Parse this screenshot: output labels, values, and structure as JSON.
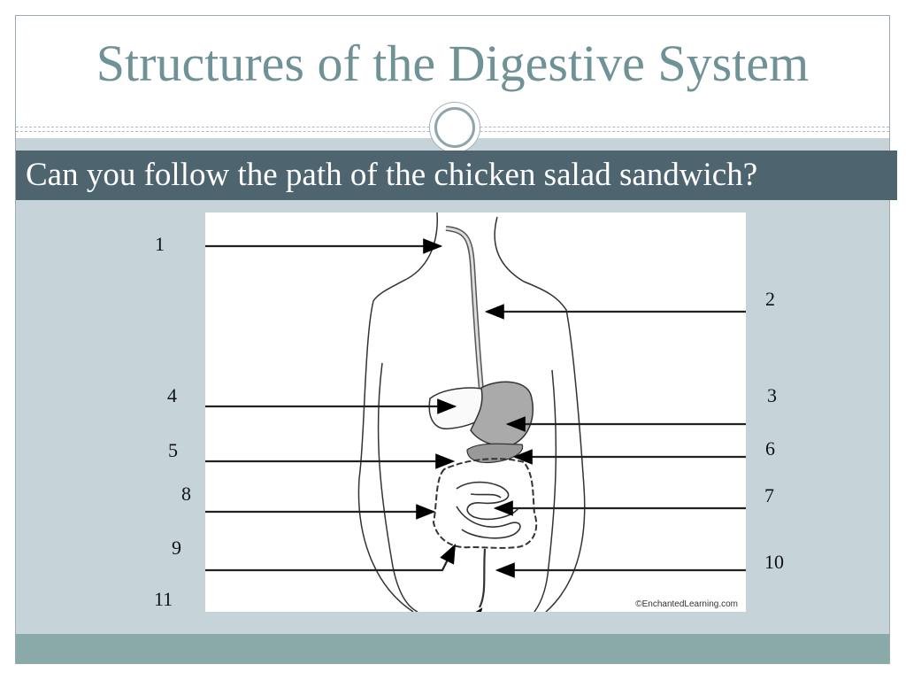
{
  "slide": {
    "title": "Structures of the Digestive System",
    "subtitle": "Can you follow the path of the chicken salad sandwich?"
  },
  "diagram": {
    "labels": [
      "1",
      "2",
      "3",
      "4",
      "5",
      "6",
      "7",
      "8",
      "9",
      "10",
      "11"
    ],
    "credit": "©EnchantedLearning.com"
  },
  "colors": {
    "title": "#6f9296",
    "subtitle_band": "#4e6570",
    "slide_background": "#c6d3d9",
    "footer": "#8aaaa9"
  }
}
